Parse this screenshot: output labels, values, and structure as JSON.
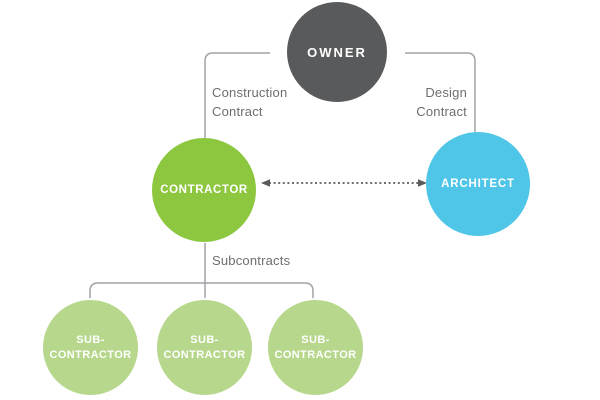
{
  "colors": {
    "background": "#FFFFFF",
    "owner_fill": "#595A5C",
    "contractor_fill": "#8DC63F",
    "architect_fill": "#4FC6E8",
    "subcontractor_fill": "#B6D78C",
    "node_text": "#FFFFFF",
    "connector_line": "#A0A2A5",
    "edge_label_text": "#6D6E71",
    "arrow": "#5A5B5D"
  },
  "nodes": {
    "owner": {
      "label": "OWNER"
    },
    "contractor": {
      "label": "CONTRACTOR"
    },
    "architect": {
      "label": "ARCHITECT"
    },
    "subcontractors": [
      {
        "lines": [
          "SUB-",
          "CONTRACTOR"
        ]
      },
      {
        "lines": [
          "SUB-",
          "CONTRACTOR"
        ]
      },
      {
        "lines": [
          "SUB-",
          "CONTRACTOR"
        ]
      }
    ]
  },
  "edges": {
    "construction_contract": {
      "lines": [
        "Construction",
        "Contract"
      ]
    },
    "design_contract": {
      "lines": [
        "Design",
        "Contract"
      ]
    },
    "contractor_architect": {
      "style": "dotted-double-arrow"
    },
    "subcontracts": {
      "label": "Subcontracts"
    }
  }
}
